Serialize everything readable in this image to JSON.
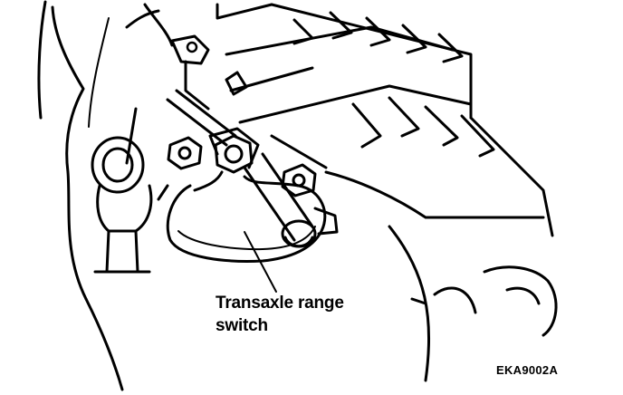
{
  "callout": {
    "line1": "Transaxle range",
    "line2": "switch"
  },
  "figure_code": "EKA9002A",
  "colors": {
    "ink": "#000000",
    "paper": "#ffffff"
  }
}
